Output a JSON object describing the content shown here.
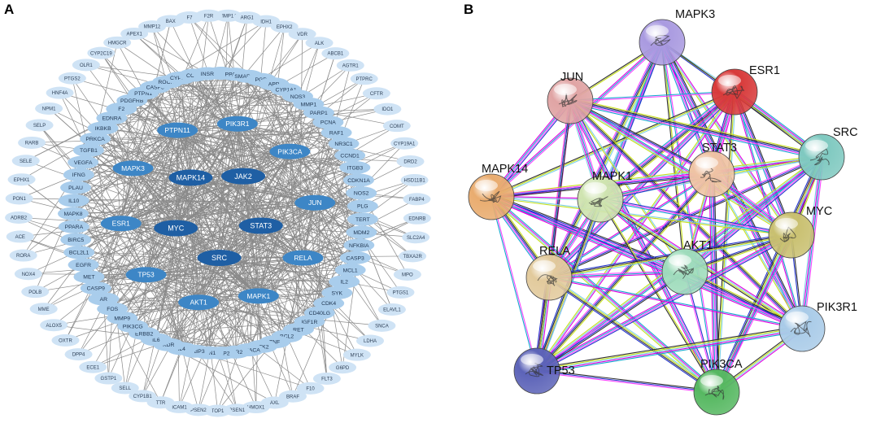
{
  "panel_a": {
    "label": "A",
    "outer_nodes": [
      "MMP14",
      "ARG1",
      "IDH1",
      "EPHX2",
      "VDR",
      "ALK",
      "ABCB1",
      "AGTR1",
      "PTPRC",
      "CFTR",
      "IDO1",
      "COMT",
      "CYP19A1",
      "DRD2",
      "HSD11B1",
      "FABP4",
      "EDNRB",
      "SLC2A4",
      "TBXA2R",
      "MPO",
      "PTGS1",
      "ELAVL1",
      "SNCA",
      "LDHA",
      "MYLK",
      "G6PD",
      "FLT3",
      "F10",
      "BRAF",
      "AXL",
      "HMOX1",
      "PSEN1",
      "TOP1",
      "PSEN2",
      "ICAM1",
      "TTR",
      "CYP1B1",
      "SELL",
      "GSTP1",
      "ECE1",
      "DPP4",
      "OXTR",
      "ALOX5",
      "MME",
      "POLB",
      "NOX4",
      "RORA",
      "ACE",
      "ADRB2",
      "PON1",
      "EPHX1",
      "SELE",
      "RARB",
      "SELP",
      "NPM1",
      "HNF4A",
      "PTGS2",
      "OLR1",
      "CYP2C19",
      "HMGCR",
      "APEX1",
      "MMP12",
      "BAX",
      "F7",
      "F2R"
    ],
    "mid_nodes": [
      "MMP3",
      "PPARG",
      "SMARCA4",
      "PGR",
      "APP",
      "CYP1A1",
      "NOS3",
      "MMP1",
      "PARP1",
      "PCNA",
      "RAF1",
      "NR3C1",
      "CCND1",
      "ITGB3",
      "CDKN1A",
      "NOS2",
      "PLG",
      "TERT",
      "MDM2",
      "NFKBIA",
      "CASP3",
      "MCL1",
      "IL2",
      "SYK",
      "CDK4",
      "CD40LG",
      "IGF1R",
      "RET",
      "BCL2",
      "TNF",
      "PTK2",
      "PRKACA",
      "ESR2",
      "MMP2",
      "EDN1",
      "IGFBP3",
      "IL4",
      "KDR",
      "IL6",
      "ERBB2",
      "PIK3CG",
      "MMP9",
      "FOS",
      "AR",
      "CASP9",
      "MET",
      "EGFR",
      "BCL2L1",
      "BIRC5",
      "PPARA",
      "MAPK8",
      "IL10",
      "PLAU",
      "IFNG",
      "VEGFA",
      "TGFB1",
      "PRKCA",
      "IKBKB",
      "EDNRA",
      "F2",
      "PDGFRB",
      "PTPN1",
      "CASP8",
      "ROCK1",
      "CYP3A4",
      "CCR5",
      "INSR"
    ],
    "core_nodes": [
      "PIK3R1",
      "PIK3CA",
      "JUN",
      "RELA",
      "MAPK1",
      "AKT1",
      "TP53",
      "ESR1",
      "MAPK3",
      "PTPN11",
      "JAK2",
      "STAT3",
      "SRC",
      "MYC",
      "MAPK14"
    ]
  },
  "panel_b": {
    "label": "B",
    "nodes": [
      {
        "name": "MAPK3",
        "color": "#a99ae0"
      },
      {
        "name": "ESR1",
        "color": "#d83a3a"
      },
      {
        "name": "JUN",
        "color": "#e0a4a4"
      },
      {
        "name": "SRC",
        "color": "#7fc9c0"
      },
      {
        "name": "STAT3",
        "color": "#efc3a4"
      },
      {
        "name": "MAPK14",
        "color": "#e9ac6f"
      },
      {
        "name": "MAPK1",
        "color": "#cfe4b0"
      },
      {
        "name": "MYC",
        "color": "#c9c070"
      },
      {
        "name": "RELA",
        "color": "#e2ca9c"
      },
      {
        "name": "AKT1",
        "color": "#9fdcbc"
      },
      {
        "name": "PIK3R1",
        "color": "#a9cbe8"
      },
      {
        "name": "TP53",
        "color": "#5c63b8"
      },
      {
        "name": "PIK3CA",
        "color": "#56b861"
      }
    ]
  }
}
